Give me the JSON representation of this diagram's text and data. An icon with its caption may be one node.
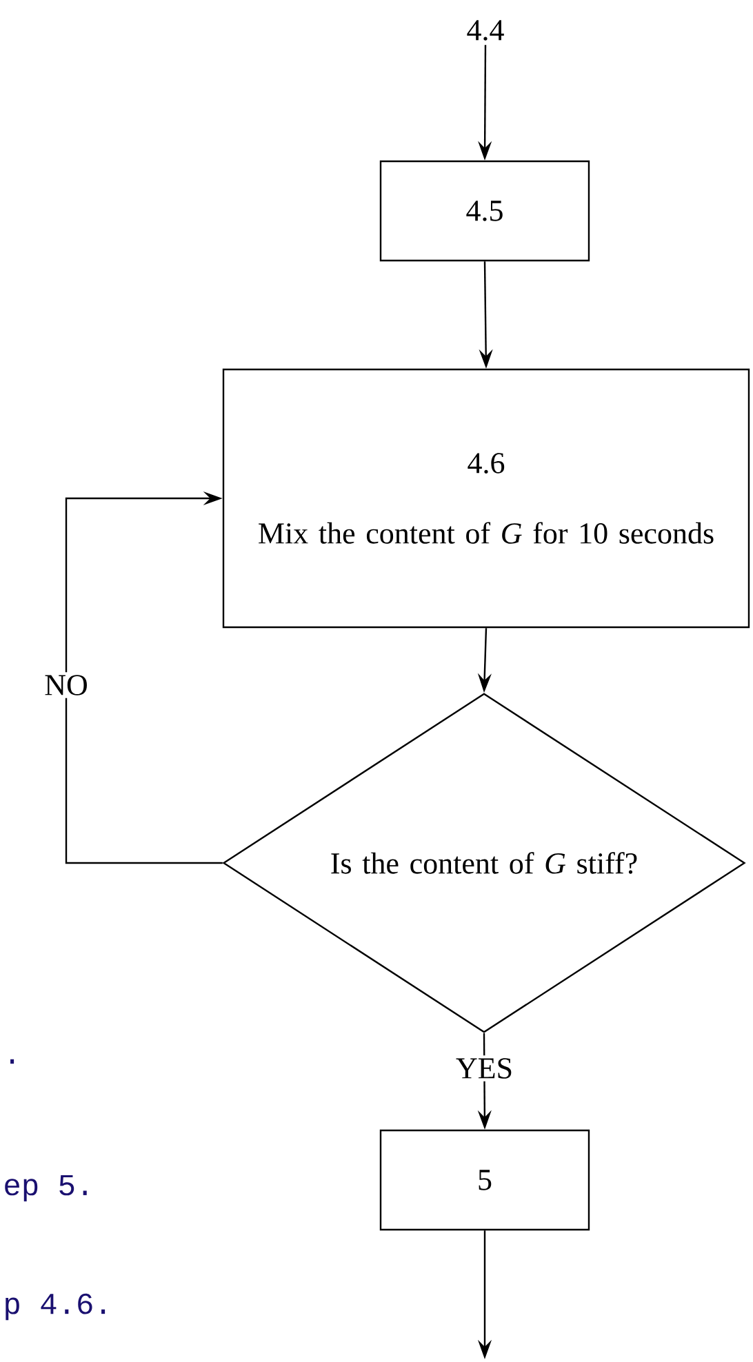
{
  "diagram": {
    "nodes": [
      {
        "text": [
          "4.4"
        ]
      },
      {
        "text": [
          "4.5"
        ]
      },
      {
        "text": [
          "4.6",
          "Mix the content of *G* for 10 seconds"
        ]
      },
      {
        "text": [
          "Is the content of *G* stiff?"
        ]
      },
      {
        "text": [
          "5"
        ]
      }
    ],
    "edges": [
      {
        "from": 0,
        "to": 1,
        "arrow": "to"
      },
      {
        "from": 1,
        "to": 2,
        "arrow": "to"
      },
      {
        "from": 2,
        "to": 3,
        "arrow": "to"
      },
      {
        "from": 3,
        "to": 2,
        "arrow": "to",
        "label": "NO"
      },
      {
        "from": 3,
        "to": 4,
        "arrow": "to",
        "label": "YES"
      },
      {
        "from": 4,
        "to": null,
        "arrow": "to"
      }
    ],
    "labels": [
      ".",
      "ep 5.",
      "p 4.6."
    ]
  }
}
